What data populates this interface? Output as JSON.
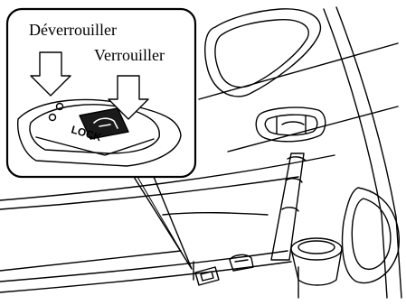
{
  "labels": {
    "unlock": "Déverrouiller",
    "lock": "Verrouiller"
  },
  "switch": {
    "lock_marking": "LOCK"
  },
  "colors": {
    "ink": "#000000",
    "paper": "#ffffff",
    "shade": "#1a1a1a"
  }
}
